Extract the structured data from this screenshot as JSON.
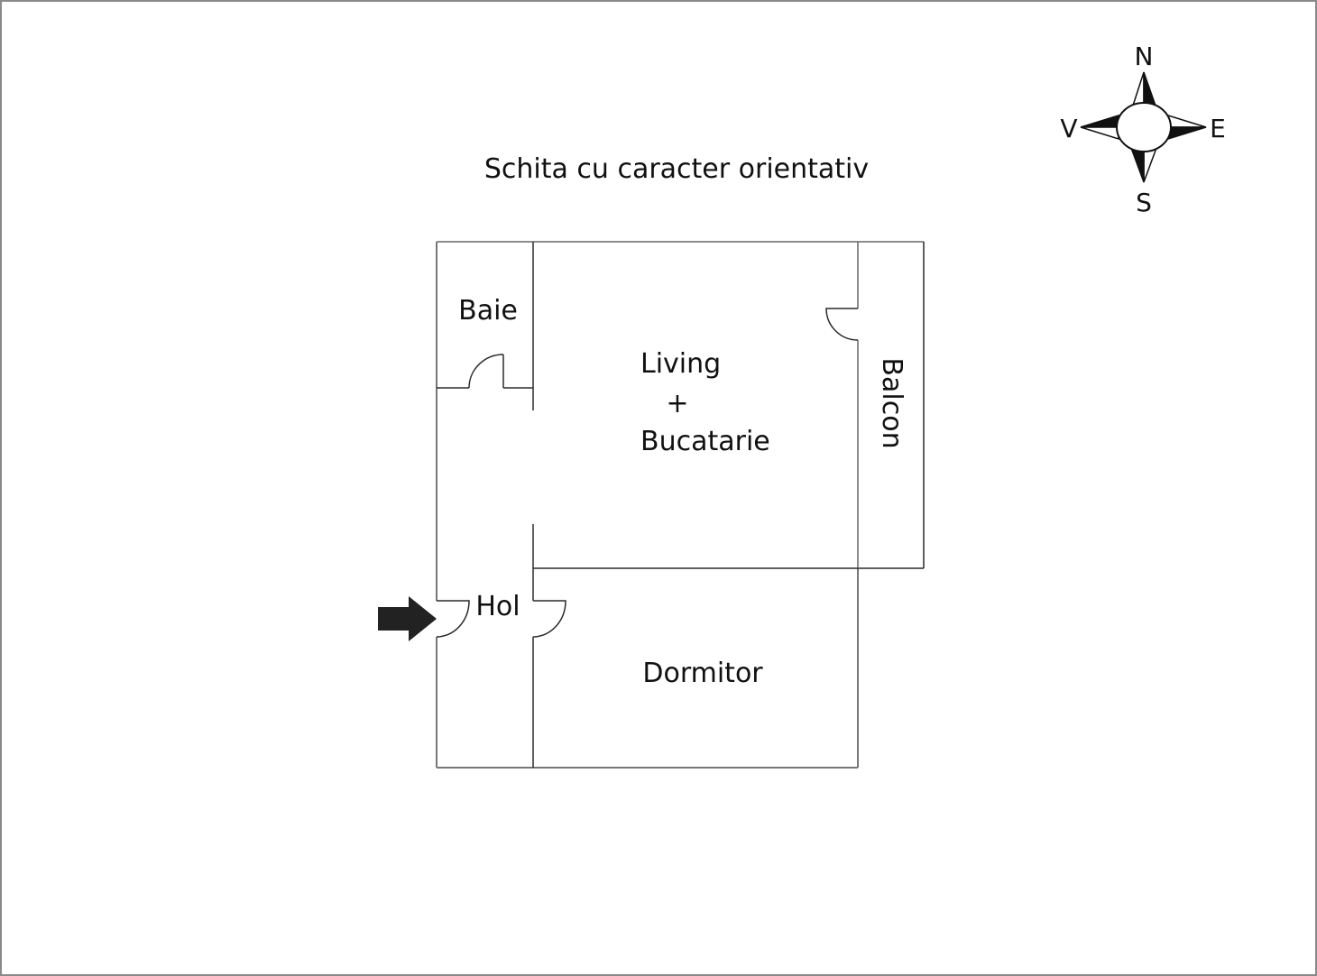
{
  "title": "Schita cu caracter orientativ",
  "compass": {
    "north": "N",
    "east": "E",
    "south": "S",
    "west": "V"
  },
  "rooms": [
    {
      "id": "baie",
      "label": "Baie"
    },
    {
      "id": "living",
      "label_line1": "Living",
      "label_line2": "+",
      "label_line3": "Bucatarie"
    },
    {
      "id": "balcon",
      "label": "Balcon"
    },
    {
      "id": "hol",
      "label": "Hol"
    },
    {
      "id": "dormitor",
      "label": "Dormitor"
    }
  ],
  "entrance_arrow": "entrance-arrow",
  "colors": {
    "wall": "#2a2a2a",
    "outer_wall": "#777777",
    "text": "#111111",
    "frame": "#8a8a8a"
  }
}
